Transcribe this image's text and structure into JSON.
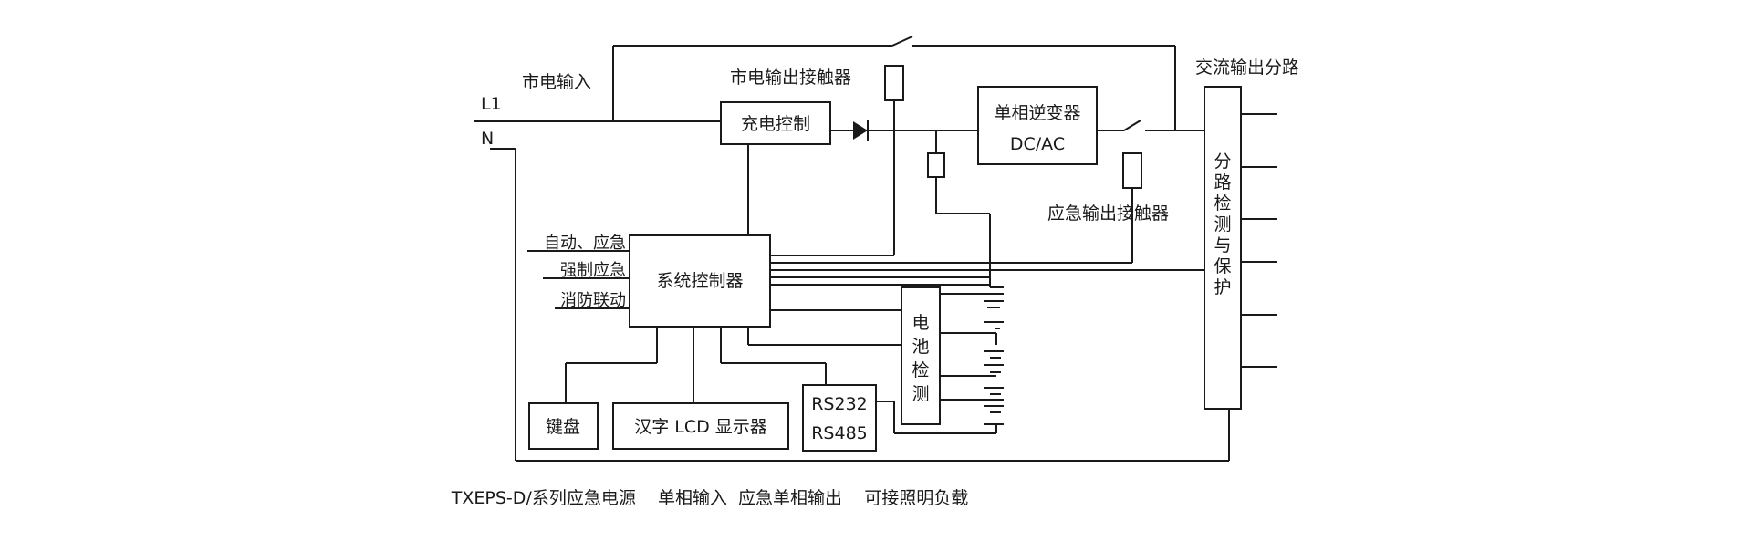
{
  "caption": "TXEPS-D/系列应急电源    单相输入  应急单相输出    可接照明负载",
  "inputs": {
    "mains_input": "市电输入",
    "l1": "L1",
    "n": "N"
  },
  "blocks": {
    "charge_control": "充电控制",
    "inverter_line1": "单相逆变器",
    "inverter_line2": "DC/AC",
    "system_controller": "系统控制器",
    "keyboard": "键盘",
    "lcd": "汉字 LCD 显示器",
    "rs232": "RS232",
    "rs485": "RS485",
    "battery_check": [
      "电",
      "池",
      "检",
      "测"
    ],
    "branch_protect": [
      "分",
      "路",
      "检",
      "测",
      "与",
      "保",
      "护"
    ]
  },
  "labels": {
    "mains_contactor": "市电输出接触器",
    "emergency_contactor": "应急输出接触器",
    "ac_branches": "交流输出分路",
    "auto_emergency": "自动、应急",
    "forced_emergency": "强制应急",
    "fire_link": "消防联动"
  },
  "colors": {
    "line": "#1a1a1a",
    "background": "#ffffff"
  }
}
